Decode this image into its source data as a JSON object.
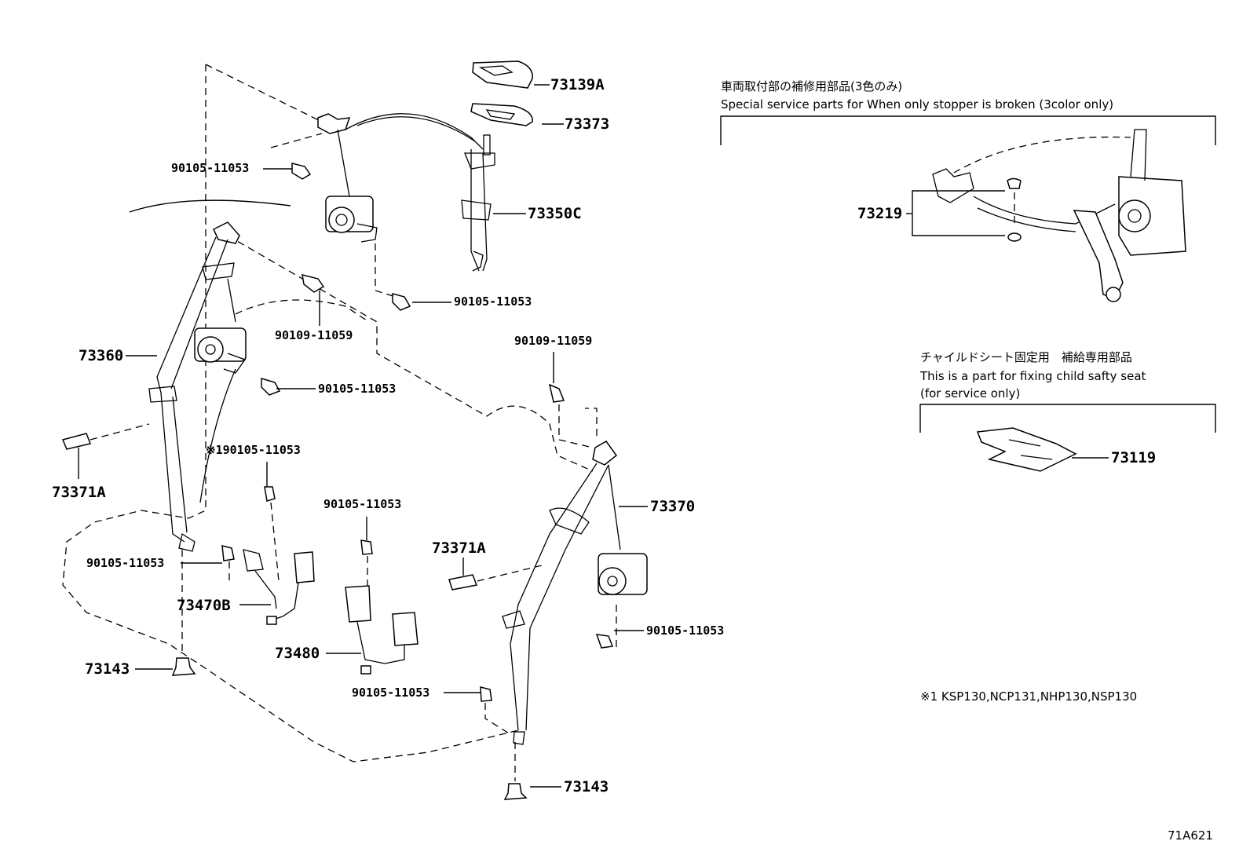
{
  "notes": {
    "service_jp": "車両取付部の補修用部品(3色のみ)",
    "service_en": "Special service parts for When only stopper is broken (3color only)",
    "child_jp": "チャイルドシート固定用　補給専用部品",
    "child_en1": "This is a part for fixing child safty seat",
    "child_en2": "(for service only)",
    "footnote": "※1 KSP130,NCP131,NHP130,NSP130",
    "figure_code": "71A621"
  },
  "parts": [
    {
      "id": "p73139a",
      "label": "73139A"
    },
    {
      "id": "p73373",
      "label": "73373"
    },
    {
      "id": "p90105a",
      "label": "90105-11053"
    },
    {
      "id": "p73350c",
      "label": "73350C"
    },
    {
      "id": "p90105b",
      "label": "90105-11053"
    },
    {
      "id": "p90109a",
      "label": "90109-11059"
    },
    {
      "id": "p73360",
      "label": "73360"
    },
    {
      "id": "p90105c",
      "label": "90105-11053"
    },
    {
      "id": "p90105d",
      "label": "※190105-11053"
    },
    {
      "id": "p73371a1",
      "label": "73371A"
    },
    {
      "id": "p90105e",
      "label": "90105-11053"
    },
    {
      "id": "p73470b",
      "label": "73470B"
    },
    {
      "id": "p90105f",
      "label": "90105-11053"
    },
    {
      "id": "p73480",
      "label": "73480"
    },
    {
      "id": "p73143a",
      "label": "73143"
    },
    {
      "id": "p90105g",
      "label": "90105-11053"
    },
    {
      "id": "p73143b",
      "label": "73143"
    },
    {
      "id": "p73371a2",
      "label": "73371A"
    },
    {
      "id": "p90109b",
      "label": "90109-11059"
    },
    {
      "id": "p73370",
      "label": "73370"
    },
    {
      "id": "p90105h",
      "label": "90105-11053"
    },
    {
      "id": "p73219",
      "label": "73219"
    },
    {
      "id": "p73119",
      "label": "73119"
    }
  ]
}
